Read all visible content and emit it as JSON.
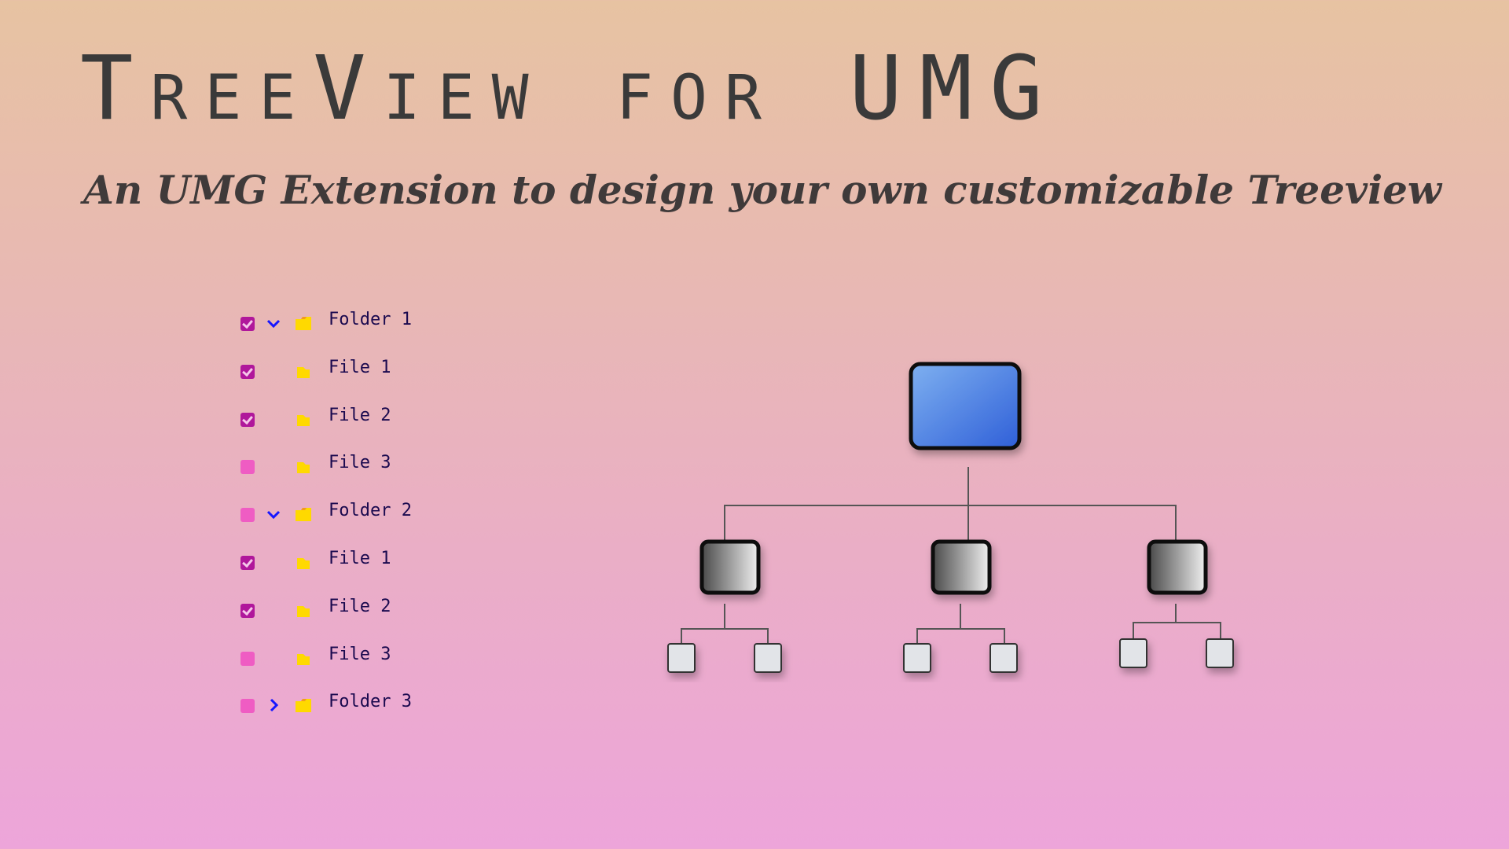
{
  "title": "TreeView for UMG",
  "subtitle": "An UMG Extension to design your own customizable Treeview",
  "tree_items": [
    {
      "label": "Folder 1",
      "type": "folder",
      "checked": true,
      "expander": "expanded"
    },
    {
      "label": "File 1",
      "type": "file",
      "checked": true
    },
    {
      "label": "File 2",
      "type": "file",
      "checked": true
    },
    {
      "label": "File 3",
      "type": "file",
      "checked": false
    },
    {
      "label": "Folder 2",
      "type": "folder",
      "checked": false,
      "expander": "expanded"
    },
    {
      "label": "File 1",
      "type": "file",
      "checked": true
    },
    {
      "label": "File 2",
      "type": "file",
      "checked": true
    },
    {
      "label": "File 3",
      "type": "file",
      "checked": false
    },
    {
      "label": "Folder 3",
      "type": "folder",
      "checked": false,
      "expander": "collapsed"
    }
  ],
  "colors": {
    "checked": "#b0179b",
    "unchecked": "#ef5cc3",
    "chevron": "#1616ff",
    "root_node": "#4a86e8"
  }
}
